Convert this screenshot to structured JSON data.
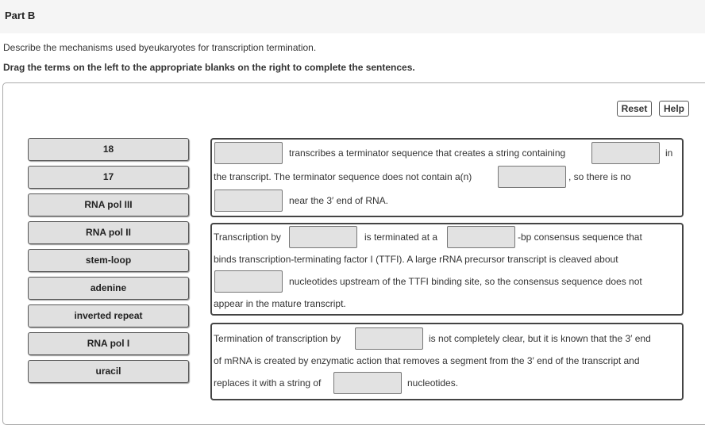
{
  "part_title": "Part B",
  "description": "Describe the mechanisms used byeukaryotes for transcription termination.",
  "instruction": "Drag the terms on the left to the appropriate blanks on the right to complete the sentences.",
  "buttons": {
    "reset": "Reset",
    "help": "Help"
  },
  "terms": [
    "18",
    "17",
    "RNA pol III",
    "RNA pol II",
    "stem-loop",
    "adenine",
    "inverted repeat",
    "RNA pol I",
    "uracil"
  ],
  "sentences": {
    "s1": [
      "transcribes a terminator sequence that creates a string containing",
      "in",
      "the transcript. The terminator sequence does not contain a(n)",
      ", so there is no",
      "near the 3′ end of RNA."
    ],
    "s2": [
      "Transcription by",
      "is terminated at a",
      "-bp consensus sequence that",
      "binds transcription-terminating factor I (TTFI). A large rRNA precursor transcript is cleaved about",
      "nucleotides upstream of the TTFI binding site, so the consensus sequence does not",
      "appear in the mature transcript."
    ],
    "s3": [
      "Termination of transcription by",
      "is not completely clear, but it is known that the 3′ end",
      "of mRNA is created by enzymatic action that removes a segment from the 3′ end of the transcript and",
      "replaces it with a string of",
      "nucleotides."
    ]
  }
}
